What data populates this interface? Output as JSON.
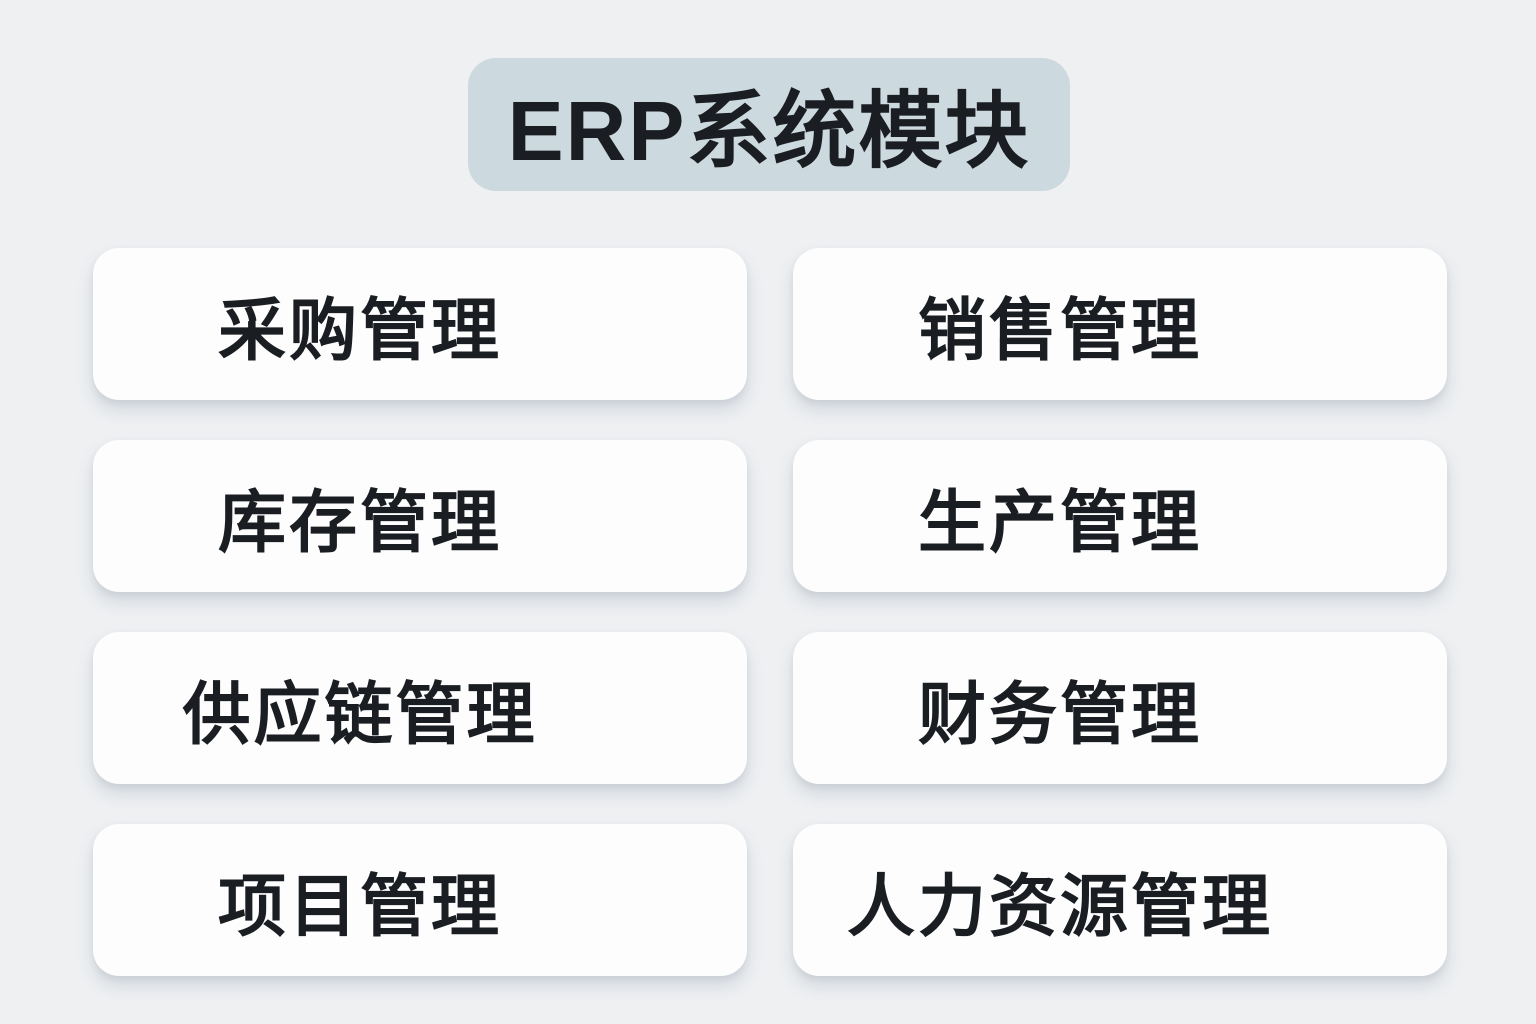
{
  "title": "ERP系统模块",
  "colors": {
    "background": "#eef0f2",
    "title_bg": "#ccd9df",
    "card_bg": "#fdfdfe",
    "text": "#1a1d21"
  },
  "modules": [
    {
      "label": "采购管理"
    },
    {
      "label": "销售管理"
    },
    {
      "label": "库存管理"
    },
    {
      "label": "生产管理"
    },
    {
      "label": "供应链管理"
    },
    {
      "label": "财务管理"
    },
    {
      "label": "项目管理"
    },
    {
      "label": "人力资源管理"
    }
  ]
}
